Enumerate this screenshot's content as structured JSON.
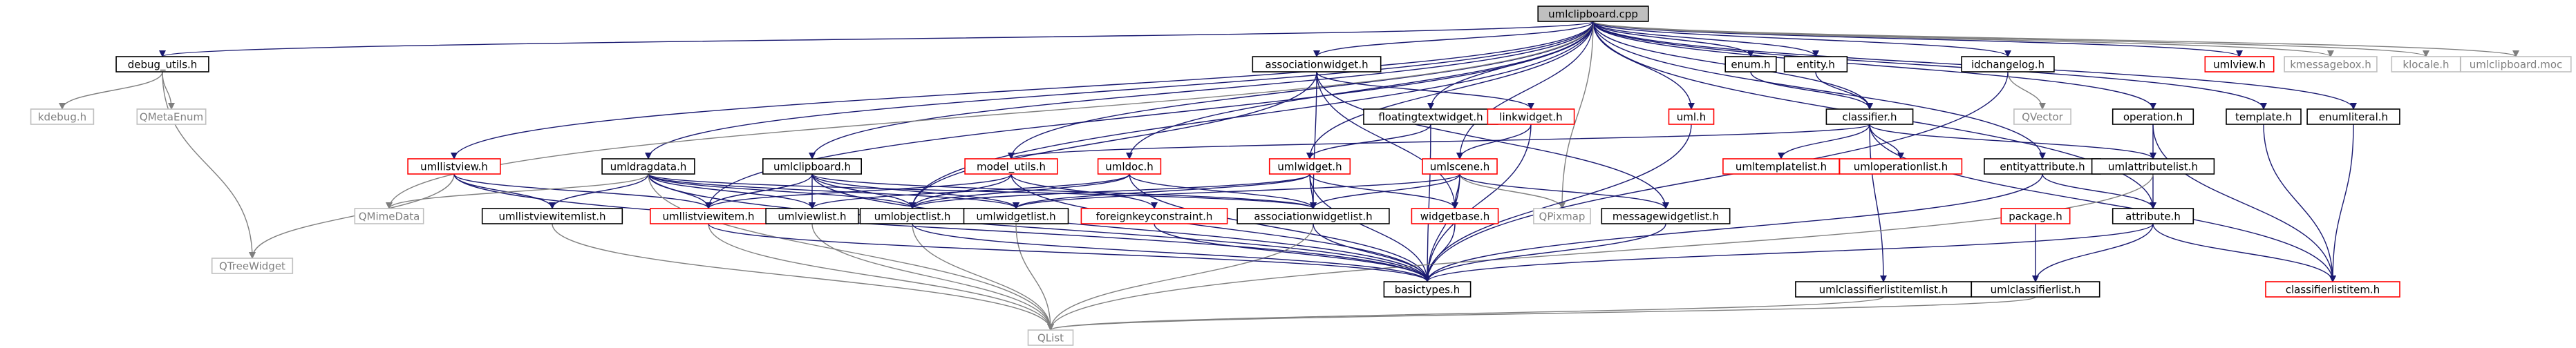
{
  "colors": {
    "normal_border": "#000000",
    "missing_border": "#ff0000",
    "external_border": "#bfbfbf",
    "edge_dark": "#191970",
    "edge_gray": "#7f7f7f",
    "root_fill": "#bfbfbf",
    "text_dark": "#000000",
    "text_gray": "#7f7f7f"
  },
  "nodes": [
    {
      "id": "root",
      "label": "umlclipboard.cpp",
      "style": "root"
    },
    {
      "id": "debug_utils",
      "label": "debug_utils.h",
      "style": "normal"
    },
    {
      "id": "kdebug",
      "label": "kdebug.h",
      "style": "external"
    },
    {
      "id": "qmetaenum",
      "label": "QMetaEnum",
      "style": "external"
    },
    {
      "id": "umllistview",
      "label": "umllistview.h",
      "style": "missing"
    },
    {
      "id": "qmimedata",
      "label": "QMimeData",
      "style": "external"
    },
    {
      "id": "qtreewidget",
      "label": "QTreeWidget",
      "style": "external"
    },
    {
      "id": "umldragdata",
      "label": "umldragdata.h",
      "style": "normal"
    },
    {
      "id": "umllistviewitemlist",
      "label": "umllistviewitemlist.h",
      "style": "normal"
    },
    {
      "id": "umllistviewitem",
      "label": "umllistviewitem.h",
      "style": "missing"
    },
    {
      "id": "umlclipboard_h",
      "label": "umlclipboard.h",
      "style": "normal"
    },
    {
      "id": "umlviewlist",
      "label": "umlviewlist.h",
      "style": "normal"
    },
    {
      "id": "umlobjectlist",
      "label": "umlobjectlist.h",
      "style": "normal"
    },
    {
      "id": "umlwidgetlist",
      "label": "umlwidgetlist.h",
      "style": "normal"
    },
    {
      "id": "model_utils",
      "label": "model_utils.h",
      "style": "missing"
    },
    {
      "id": "foreignkey",
      "label": "foreignkeyconstraint.h",
      "style": "missing"
    },
    {
      "id": "umldoc",
      "label": "umldoc.h",
      "style": "missing"
    },
    {
      "id": "associationwidget",
      "label": "associationwidget.h",
      "style": "normal"
    },
    {
      "id": "floatingtext",
      "label": "floatingtextwidget.h",
      "style": "normal"
    },
    {
      "id": "linkwidget",
      "label": "linkwidget.h",
      "style": "missing"
    },
    {
      "id": "umlwidget",
      "label": "umlwidget.h",
      "style": "missing"
    },
    {
      "id": "associationwidgetlist",
      "label": "associationwidgetlist.h",
      "style": "normal"
    },
    {
      "id": "widgetbase",
      "label": "widgetbase.h",
      "style": "missing"
    },
    {
      "id": "umlscene",
      "label": "umlscene.h",
      "style": "missing"
    },
    {
      "id": "qpixmap",
      "label": "QPixmap",
      "style": "external"
    },
    {
      "id": "messagewidgetlist",
      "label": "messagewidgetlist.h",
      "style": "normal"
    },
    {
      "id": "uml_h",
      "label": "uml.h",
      "style": "missing"
    },
    {
      "id": "enum_h",
      "label": "enum.h",
      "style": "normal"
    },
    {
      "id": "entity_h",
      "label": "entity.h",
      "style": "normal"
    },
    {
      "id": "classifier",
      "label": "classifier.h",
      "style": "normal"
    },
    {
      "id": "umltemplatelist",
      "label": "umltemplatelist.h",
      "style": "missing"
    },
    {
      "id": "umloperationlist",
      "label": "umloperationlist.h",
      "style": "missing"
    },
    {
      "id": "idchangelog",
      "label": "idchangelog.h",
      "style": "normal"
    },
    {
      "id": "qvector",
      "label": "QVector",
      "style": "external"
    },
    {
      "id": "entityattribute",
      "label": "entityattribute.h",
      "style": "normal"
    },
    {
      "id": "package",
      "label": "package.h",
      "style": "missing"
    },
    {
      "id": "umlclassifierlistitemlist",
      "label": "umlclassifierlistitemlist.h",
      "style": "normal"
    },
    {
      "id": "umlclassifierlist",
      "label": "umlclassifierlist.h",
      "style": "normal"
    },
    {
      "id": "operation",
      "label": "operation.h",
      "style": "normal"
    },
    {
      "id": "umlattributelist",
      "label": "umlattributelist.h",
      "style": "normal"
    },
    {
      "id": "attribute",
      "label": "attribute.h",
      "style": "normal"
    },
    {
      "id": "template_h",
      "label": "template.h",
      "style": "normal"
    },
    {
      "id": "enumliteral",
      "label": "enumliteral.h",
      "style": "normal"
    },
    {
      "id": "classifierlistitem",
      "label": "classifierlistitem.h",
      "style": "missing"
    },
    {
      "id": "umlview",
      "label": "umlview.h",
      "style": "missing"
    },
    {
      "id": "kmessagebox",
      "label": "kmessagebox.h",
      "style": "external"
    },
    {
      "id": "klocale",
      "label": "klocale.h",
      "style": "external"
    },
    {
      "id": "umlclipboard_moc",
      "label": "umlclipboard.moc",
      "style": "external"
    },
    {
      "id": "basictypes",
      "label": "basictypes.h",
      "style": "normal"
    },
    {
      "id": "qlist",
      "label": "QList",
      "style": "external"
    }
  ],
  "edges": [
    [
      "root",
      "debug_utils"
    ],
    [
      "root",
      "umllistview"
    ],
    [
      "root",
      "umldragdata"
    ],
    [
      "root",
      "umlclipboard_h"
    ],
    [
      "root",
      "model_utils"
    ],
    [
      "root",
      "umldoc"
    ],
    [
      "root",
      "associationwidget"
    ],
    [
      "root",
      "floatingtext"
    ],
    [
      "root",
      "umlwidget"
    ],
    [
      "root",
      "umlscene"
    ],
    [
      "root",
      "uml_h"
    ],
    [
      "root",
      "enum_h"
    ],
    [
      "root",
      "entity_h"
    ],
    [
      "root",
      "classifier"
    ],
    [
      "root",
      "idchangelog"
    ],
    [
      "root",
      "entityattribute"
    ],
    [
      "root",
      "operation"
    ],
    [
      "root",
      "template_h"
    ],
    [
      "root",
      "enumliteral"
    ],
    [
      "root",
      "attribute"
    ],
    [
      "root",
      "umlview"
    ],
    [
      "root",
      "kmessagebox"
    ],
    [
      "root",
      "klocale"
    ],
    [
      "root",
      "umlclipboard_moc"
    ],
    [
      "root",
      "qmimedata"
    ],
    [
      "root",
      "qpixmap"
    ],
    [
      "root",
      "umlobjectlist"
    ],
    [
      "root",
      "umllistviewitem"
    ],
    [
      "debug_utils",
      "kdebug"
    ],
    [
      "debug_utils",
      "qmetaenum"
    ],
    [
      "debug_utils",
      "qtreewidget"
    ],
    [
      "umllistview",
      "umllistviewitemlist"
    ],
    [
      "umllistview",
      "umllistviewitem"
    ],
    [
      "umllistview",
      "qtreewidget"
    ],
    [
      "umllistview",
      "basictypes"
    ],
    [
      "umldragdata",
      "qmimedata"
    ],
    [
      "umldragdata",
      "umllistviewitemlist"
    ],
    [
      "umldragdata",
      "umllistviewitem"
    ],
    [
      "umldragdata",
      "umlviewlist"
    ],
    [
      "umldragdata",
      "umlobjectlist"
    ],
    [
      "umldragdata",
      "umlwidgetlist"
    ],
    [
      "umldragdata",
      "associationwidgetlist"
    ],
    [
      "umldragdata",
      "basictypes"
    ],
    [
      "umldragdata",
      "qlist"
    ],
    [
      "umlclipboard_h",
      "umllistviewitem"
    ],
    [
      "umlclipboard_h",
      "umlviewlist"
    ],
    [
      "umlclipboard_h",
      "umlobjectlist"
    ],
    [
      "umlclipboard_h",
      "umlwidgetlist"
    ],
    [
      "umlclipboard_h",
      "associationwidgetlist"
    ],
    [
      "umlclipboard_h",
      "basictypes"
    ],
    [
      "model_utils",
      "umllistviewitem"
    ],
    [
      "model_utils",
      "umlobjectlist"
    ],
    [
      "model_utils",
      "foreignkey"
    ],
    [
      "model_utils",
      "basictypes"
    ],
    [
      "umldoc",
      "umlviewlist"
    ],
    [
      "umldoc",
      "umlobjectlist"
    ],
    [
      "umldoc",
      "associationwidgetlist"
    ],
    [
      "umldoc",
      "basictypes"
    ],
    [
      "associationwidget",
      "linkwidget"
    ],
    [
      "associationwidget",
      "associationwidgetlist"
    ],
    [
      "associationwidget",
      "widgetbase"
    ],
    [
      "associationwidget",
      "messagewidgetlist"
    ],
    [
      "associationwidget",
      "umlobjectlist"
    ],
    [
      "floatingtext",
      "umlwidget"
    ],
    [
      "floatingtext",
      "basictypes"
    ],
    [
      "linkwidget",
      "umlscene"
    ],
    [
      "linkwidget",
      "basictypes"
    ],
    [
      "umlwidget",
      "umlobjectlist"
    ],
    [
      "umlwidget",
      "widgetbase"
    ],
    [
      "umlwidget",
      "associationwidgetlist"
    ],
    [
      "umlwidget",
      "basictypes"
    ],
    [
      "umlwidget",
      "umlwidgetlist"
    ],
    [
      "umlscene",
      "umlwidgetlist"
    ],
    [
      "umlscene",
      "associationwidgetlist"
    ],
    [
      "umlscene",
      "messagewidgetlist"
    ],
    [
      "umlscene",
      "qpixmap"
    ],
    [
      "umlscene",
      "basictypes"
    ],
    [
      "umlscene",
      "widgetbase"
    ],
    [
      "uml_h",
      "basictypes"
    ],
    [
      "enum_h",
      "classifier"
    ],
    [
      "entity_h",
      "classifier"
    ],
    [
      "classifier",
      "model_utils"
    ],
    [
      "classifier",
      "umltemplatelist"
    ],
    [
      "classifier",
      "umloperationlist"
    ],
    [
      "classifier",
      "umlattributelist"
    ],
    [
      "classifier",
      "classifierlistitem"
    ],
    [
      "classifier",
      "umlclassifierlistitemlist"
    ],
    [
      "idchangelog",
      "qvector"
    ],
    [
      "idchangelog",
      "basictypes"
    ],
    [
      "entityattribute",
      "attribute"
    ],
    [
      "entityattribute",
      "basictypes"
    ],
    [
      "package",
      "umlclassifierlist"
    ],
    [
      "umlclassifierlistitemlist",
      "qlist"
    ],
    [
      "umlclassifierlist",
      "qlist"
    ],
    [
      "operation",
      "umlattributelist"
    ],
    [
      "operation",
      "classifierlistitem"
    ],
    [
      "umlattributelist",
      "attribute"
    ],
    [
      "attribute",
      "basictypes"
    ],
    [
      "attribute",
      "umlclassifierlist"
    ],
    [
      "attribute",
      "classifierlistitem"
    ],
    [
      "template_h",
      "classifierlistitem"
    ],
    [
      "enumliteral",
      "classifierlistitem"
    ],
    [
      "umlobjectlist",
      "qlist"
    ],
    [
      "umlwidgetlist",
      "qlist"
    ],
    [
      "umlviewlist",
      "qlist"
    ],
    [
      "umllistviewitemlist",
      "qlist"
    ],
    [
      "associationwidgetlist",
      "qlist"
    ],
    [
      "umllistviewitem",
      "qlist"
    ],
    [
      "umlattributelist",
      "qlist"
    ],
    [
      "foreignkey",
      "basictypes"
    ],
    [
      "messagewidgetlist",
      "basictypes"
    ],
    [
      "widgetbase",
      "basictypes"
    ],
    [
      "umllistviewitem",
      "basictypes"
    ],
    [
      "umlobjectlist",
      "basictypes"
    ],
    [
      "associationwidgetlist",
      "basictypes"
    ]
  ]
}
